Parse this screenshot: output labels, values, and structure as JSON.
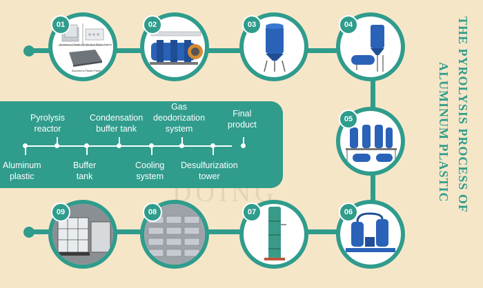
{
  "title": {
    "line1": "THE PYROLYSIS PROCESS OF",
    "line2": "ALUMINUM PLASTIC"
  },
  "steps": [
    {
      "num": "01",
      "captions": [
        "Aluminum-Plastic foil",
        "Medical Blister Packs",
        "Aluminum-Plastic Panel"
      ]
    },
    {
      "num": "02"
    },
    {
      "num": "03"
    },
    {
      "num": "04"
    },
    {
      "num": "05"
    },
    {
      "num": "06"
    },
    {
      "num": "07"
    },
    {
      "num": "08"
    },
    {
      "num": "09"
    }
  ],
  "legend": {
    "top": [
      "Pyrolysis\nreactor",
      "Condensation\nbuffer tank",
      "Gas\ndeodorization\nsystem",
      "Final\nproduct"
    ],
    "bottom": [
      "Aluminum\nplastic",
      "Buffer\ntank",
      "Cooling\nsystem",
      "Desulfurization\ntower"
    ]
  },
  "watermark": "DOING",
  "colors": {
    "accent": "#2f9c8c",
    "background": "#f6e6c8",
    "equipment": "#2a62b8"
  }
}
